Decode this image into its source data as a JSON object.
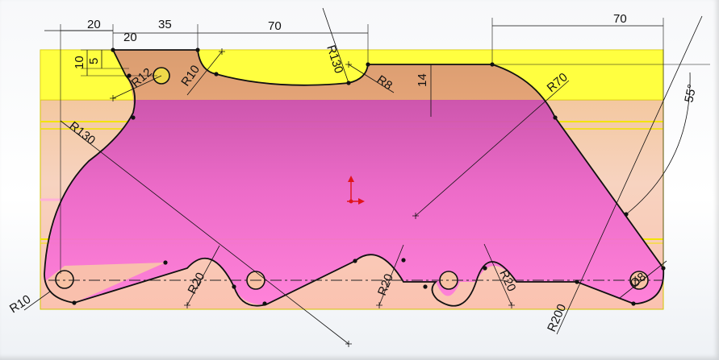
{
  "dimensions": {
    "horiz": {
      "d20_top": "20",
      "d20_inner": "20",
      "d35": "35",
      "d70_mid": "70",
      "d70_right": "70"
    },
    "vert": {
      "d10": "10",
      "d5": "5",
      "d14": "14"
    },
    "radii": {
      "r_small_hole": "R12",
      "r10_top": "R10",
      "r130_top": "R130",
      "r8": "R8",
      "r70": "R70",
      "r130_left": "R130",
      "r10_bottom": "R10",
      "r20_a": "R20",
      "r20_b": "R20",
      "r20_c": "R20",
      "r200": "R200",
      "d8": "Ø8"
    },
    "angle": "55°"
  },
  "colors": {
    "yellow_band": "#ffff3c",
    "magenta_top": "#c84db5",
    "magenta_bottom": "#ff7ad8",
    "peach": "#f7c3a4",
    "origin_red": "#e0141b"
  }
}
